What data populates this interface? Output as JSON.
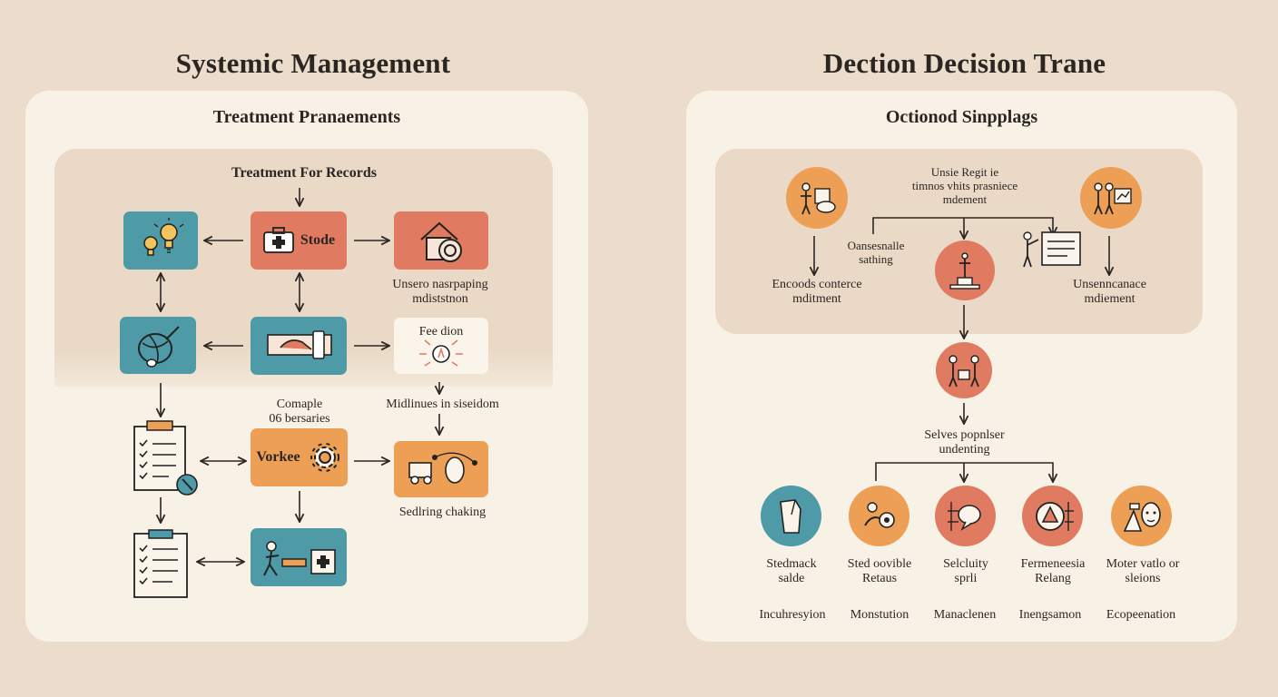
{
  "left": {
    "title": "Systemic Management",
    "subtitle": "Treatment Pranaements",
    "band_label": "Treatment For Records",
    "nodes": {
      "stode": "Stode",
      "unseen_caption": "Unsero nasrpaping\nmdiststnon",
      "feedback": "Fee dion",
      "complete_caption": "Comaple\n06 bersaries",
      "multiunes_caption": "Midlinues in siseidom",
      "vorkee": "Vorkee",
      "sedling_caption": "Sedlring chaking"
    }
  },
  "right": {
    "title": "Dection Decision Trane",
    "subtitle": "Octionod Sinpplags",
    "top_caption": "Unsie Regit ie\ntimnos vhits prasniece\nmdement",
    "left_caption": "Encoods conterce\nmditment",
    "mid_caption": "Oansesnalle\nsathing",
    "right_caption": "Unsenncanace\nmdiement",
    "lower_caption": "Selves popnlser\nundenting",
    "leaves": [
      {
        "label": "Stedmack\nsalde",
        "category": "Incuhresyion",
        "color": "#4e9aa6"
      },
      {
        "label": "Sted oovible\nRetaus",
        "category": "Monstution",
        "color": "#eda055"
      },
      {
        "label": "Selcluity\nsprli",
        "category": "Manaclenen",
        "color": "#e07a60"
      },
      {
        "label": "Fermeneesia\nRelang",
        "category": "Inengsamon",
        "color": "#e07a60"
      },
      {
        "label": "Moter vatlo or\nsleions",
        "category": "Ecopeenation",
        "color": "#eda055"
      }
    ]
  },
  "colors": {
    "background": "#ecdccb",
    "panel": "#f8f1e6",
    "band": "#ead9c6",
    "teal": "#4e9aa6",
    "red": "#e07a60",
    "orange": "#eda055"
  }
}
